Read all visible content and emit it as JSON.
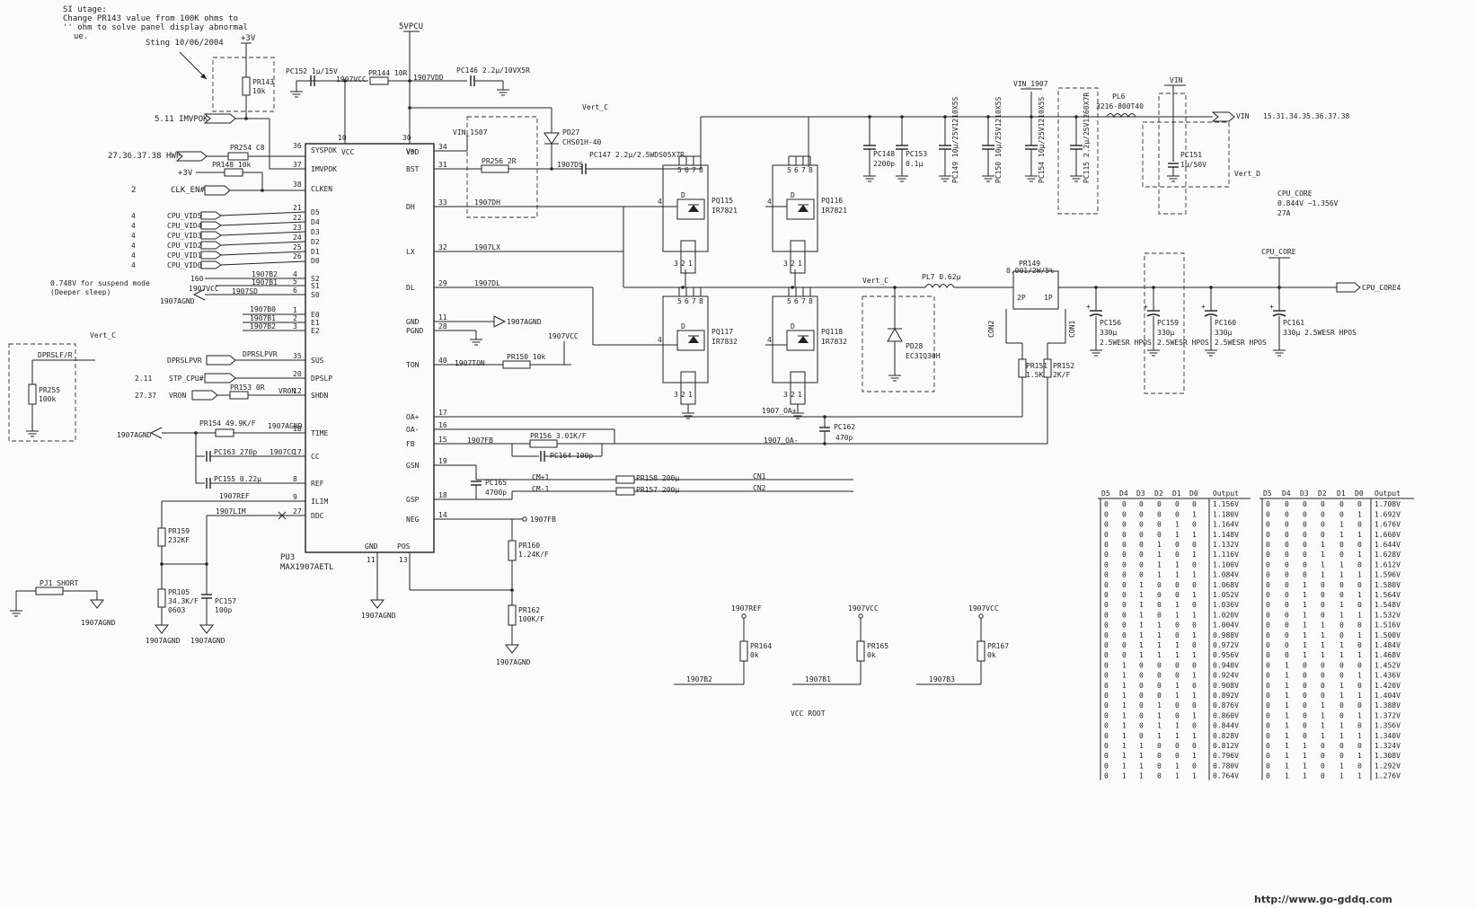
{
  "notes": {
    "line1": "SI utage:",
    "line2": "Change PR143 value from 100K ohms to",
    "line3": "'' ohm to solve panel display abnormal",
    "line4": "ue.",
    "signature": "Sting 10/06/2004"
  },
  "rails": {
    "p3v": "+3V",
    "p3v_b": "+3V",
    "vpcu": "5VPCU",
    "vin1907": "VIN_1907",
    "vin": "VIN",
    "vin_conn": "VIN",
    "vin_refs": "15.31.34.35.36.37.38",
    "vert_d": "Vert_D",
    "vert_c_top": "Vert_C",
    "vert_c_left": "Vert_C",
    "vert_c_mid": "Vert_C",
    "cpu_core": "CPU_CORE",
    "cpu_core_out": "CPU_CORE4"
  },
  "cpu_spec": {
    "l1": "CPU_CORE",
    "l2": "0.844V ~1.356V",
    "l3": "27A"
  },
  "ic": {
    "ref": "PU3",
    "part": "MAX1907AETL",
    "top_pins": [
      {
        "num": "10",
        "name": "VCC"
      },
      {
        "num": "30",
        "name": "VDD"
      }
    ],
    "left_pins": [
      {
        "num": "36",
        "name": "SYSPOK"
      },
      {
        "num": "37",
        "name": "IMVPOK"
      },
      {
        "num": "38",
        "name": "CLKEN"
      },
      {
        "num": "21",
        "name": "D5"
      },
      {
        "num": "22",
        "name": "D4"
      },
      {
        "num": "23",
        "name": "D3"
      },
      {
        "num": "24",
        "name": "D2"
      },
      {
        "num": "25",
        "name": "D1"
      },
      {
        "num": "26",
        "name": "D0"
      },
      {
        "num": "4",
        "name": "S2"
      },
      {
        "num": "5",
        "name": "S1"
      },
      {
        "num": "6",
        "name": "S0"
      },
      {
        "num": "1",
        "name": "E0"
      },
      {
        "num": "2",
        "name": "E1"
      },
      {
        "num": "3",
        "name": "E2"
      },
      {
        "num": "35",
        "name": "SUS"
      },
      {
        "num": "20",
        "name": "DPSLP"
      },
      {
        "num": "12",
        "name": "SHDN"
      },
      {
        "num": "18",
        "name": "TIME"
      },
      {
        "num": "17",
        "name": "CC"
      },
      {
        "num": "8",
        "name": "REF"
      },
      {
        "num": "9",
        "name": "ILIM"
      },
      {
        "num": "27",
        "name": "DDC"
      }
    ],
    "right_pins": [
      {
        "num": "34",
        "name": "V+"
      },
      {
        "num": "31",
        "name": "BST"
      },
      {
        "num": "33",
        "name": "DH"
      },
      {
        "num": "32",
        "name": "LX"
      },
      {
        "num": "29",
        "name": "DL"
      },
      {
        "num": "11",
        "name": "GND"
      },
      {
        "num": "28",
        "name": "PGND"
      },
      {
        "num": "40",
        "name": "TON"
      },
      {
        "num": "17",
        "name": "OA+"
      },
      {
        "num": "16",
        "name": "OA-"
      },
      {
        "num": "15",
        "name": "FB"
      },
      {
        "num": "19",
        "name": "GSN"
      },
      {
        "num": "18",
        "name": "GSP"
      },
      {
        "num": "14",
        "name": "NEG"
      }
    ],
    "bottom_pins": [
      {
        "num": "11",
        "name": "GND"
      },
      {
        "num": "13",
        "name": "POS"
      }
    ]
  },
  "left_nets": {
    "imvpok_ref": "5.11 IMVPOK",
    "hwpg_ref": "27.36.37.38 HWPG",
    "clk_ref": "2",
    "clk": "CLK_EN#",
    "vid": [
      "CPU_VID5",
      "CPU_VID4",
      "CPU_VID3",
      "CPU_VID2",
      "CPU_VID1",
      "CPU_VID0"
    ],
    "vid_ref": "4",
    "suspend": "0.748V for suspend mode",
    "suspend2": "(Deeper sleep)",
    "dprslpvr": "DPRSLPVR",
    "stp_ref": "2.11",
    "stp": "STP_CPU#",
    "vron_ref": "27.37",
    "vron": "VRON",
    "dprslfr": "DPRSLF/R",
    "n160": "160",
    "vcc1907": "1907VCC",
    "agnd": "1907AGND",
    "b2": "1907B2",
    "b1": "1907B1",
    "sd": "1907SD",
    "b0": "1907B0",
    "tref": "1907REF",
    "tlim": "1907LIM",
    "cc": "1907CC",
    "short": "PJ1_SHORT"
  },
  "parts": {
    "pr143": "PR143",
    "pr143v": "10k",
    "pc152": "PC152 1µ/15V",
    "pr144": "PR144 10R",
    "pc146": "PC146 2.2µ/10VX5R",
    "vcc_net": "1907VCC",
    "vdd_net": "1907VDD",
    "pr254": "PR254 C8",
    "pr148": "PR148 10k",
    "pr153": "PR153 0R",
    "pr154": "PR154 49.9K/F",
    "pc163": "PC163 270p",
    "pc155": "PC155 0.22µ",
    "pr159": "PR159",
    "pr159v": "232KF",
    "pr105": "PR105",
    "pr105v": "34.3K/F",
    "pr105p": "0603",
    "pc157": "PC157",
    "pc157v": "100p",
    "pr255": "PR255",
    "pr255v": "100k",
    "pd27": "PD27",
    "pd27v": "CHS01H-40",
    "pc147": "PC147 2.2µ/2.5WDS05X7R",
    "pr256": "PR256 2R",
    "vin_1s07": "VIN_1S07",
    "n1907ds": "1907DS",
    "n1907dh": "1907DH",
    "n1907lx": "1907LX",
    "n1907dl": "1907DL",
    "pr150": "PR150 10k",
    "n1907ton": "1907TON",
    "pq115": "PQ115",
    "pq116": "PQ116",
    "pq117": "PQ117",
    "pq118": "PQ118",
    "irf_h": "IR7821",
    "irf_l": "IR7832",
    "pc148": "PC148",
    "pc148v": "2200p",
    "pc153": "PC153",
    "pc153v": "0.1µ",
    "pc149": "PC149 10µ/25V1210X5S",
    "pc150": "PC150 10µ/25V1210X5S",
    "pc154": "PC154 10µ/25V1210X5S",
    "pc115": "PC115 2.2µ/25V1260X7R",
    "pl6": "PL6",
    "pl6v": "3216-800T40",
    "pc151": "PC151",
    "pc151v": "1µ/50V",
    "pl7": "PL7 0.62µ",
    "pd28": "PD28",
    "pd28v": "EC31Q30H",
    "pr149": "PR149",
    "pr149v": "0.001/2W/5%",
    "pr151": "PR151",
    "pr151v": "1.5K",
    "pr152": "PR152",
    "pr152v": "2K/F",
    "pc156": "PC156",
    "pc156v": "330µ",
    "pc156e": "2.5WESR HPOS",
    "pc159": "PC159",
    "pc159v": "330µ",
    "pc159e": "2.5WESR HPOS",
    "pc160": "PC160",
    "pc160v": "330µ",
    "pc160e": "2.5WESR HPOS",
    "pc161": "PC161",
    "pc161v": "330µ 2.5WESR HPOS",
    "oa_plus": "1907_OA+",
    "oa_minus": "1907_OA-",
    "pc162": "PC162",
    "pc162v": "470p",
    "pr156": "PR156 3.01K/F",
    "pc164": "PC164 100p",
    "n1907fb": "1907FB",
    "pc165": "PC165",
    "pc165v": "4700p",
    "pr158": "PR158 200µ",
    "pr157": "PR157 200µ",
    "cm_plus": "CM+1",
    "cm_minus": "CM-1",
    "cn1": "CN1",
    "cn2": "CN2",
    "fb_net": "1907FB",
    "pr160": "PR160",
    "pr160v": "1.24K/F",
    "pr162": "PR162",
    "pr162v": "100K/F",
    "con1": "CON1",
    "con2": "CON2",
    "p2": "2P",
    "p1": "1P"
  },
  "vcc_root": {
    "ref_net": "1907REF",
    "vcc_a": "1907VCC",
    "vcc_b": "1907VCC",
    "pr164": "PR164",
    "pr164v": "0k",
    "pr165": "PR165",
    "pr165v": "0k",
    "pr167": "PR167",
    "pr167v": "0k",
    "b2": "1907B2",
    "b1": "1907B1",
    "b3": "1907B3",
    "title": "VCC ROOT"
  },
  "vid_tables": [
    {
      "headers": [
        "D5",
        "D4",
        "D3",
        "D2",
        "D1",
        "D0",
        "Output"
      ],
      "rows": [
        [
          "0",
          "0",
          "0",
          "0",
          "0",
          "0",
          "1.156V"
        ],
        [
          "0",
          "0",
          "0",
          "0",
          "0",
          "1",
          "1.180V"
        ],
        [
          "0",
          "0",
          "0",
          "0",
          "1",
          "0",
          "1.164V"
        ],
        [
          "0",
          "0",
          "0",
          "0",
          "1",
          "1",
          "1.148V"
        ],
        [
          "0",
          "0",
          "0",
          "1",
          "0",
          "0",
          "1.132V"
        ],
        [
          "0",
          "0",
          "0",
          "1",
          "0",
          "1",
          "1.116V"
        ],
        [
          "0",
          "0",
          "0",
          "1",
          "1",
          "0",
          "1.100V"
        ],
        [
          "0",
          "0",
          "0",
          "1",
          "1",
          "1",
          "1.084V"
        ],
        [
          "0",
          "0",
          "1",
          "0",
          "0",
          "0",
          "1.068V"
        ],
        [
          "0",
          "0",
          "1",
          "0",
          "0",
          "1",
          "1.052V"
        ],
        [
          "0",
          "0",
          "1",
          "0",
          "1",
          "0",
          "1.036V"
        ],
        [
          "0",
          "0",
          "1",
          "0",
          "1",
          "1",
          "1.020V"
        ],
        [
          "0",
          "0",
          "1",
          "1",
          "0",
          "0",
          "1.004V"
        ],
        [
          "0",
          "0",
          "1",
          "1",
          "0",
          "1",
          "0.988V"
        ],
        [
          "0",
          "0",
          "1",
          "1",
          "1",
          "0",
          "0.972V"
        ],
        [
          "0",
          "0",
          "1",
          "1",
          "1",
          "1",
          "0.956V"
        ],
        [
          "0",
          "1",
          "0",
          "0",
          "0",
          "0",
          "0.940V"
        ],
        [
          "0",
          "1",
          "0",
          "0",
          "0",
          "1",
          "0.924V"
        ],
        [
          "0",
          "1",
          "0",
          "0",
          "1",
          "0",
          "0.908V"
        ],
        [
          "0",
          "1",
          "0",
          "0",
          "1",
          "1",
          "0.892V"
        ],
        [
          "0",
          "1",
          "0",
          "1",
          "0",
          "0",
          "0.876V"
        ],
        [
          "0",
          "1",
          "0",
          "1",
          "0",
          "1",
          "0.860V"
        ],
        [
          "0",
          "1",
          "0",
          "1",
          "1",
          "0",
          "0.844V"
        ],
        [
          "0",
          "1",
          "0",
          "1",
          "1",
          "1",
          "0.828V"
        ],
        [
          "0",
          "1",
          "1",
          "0",
          "0",
          "0",
          "0.812V"
        ],
        [
          "0",
          "1",
          "1",
          "0",
          "0",
          "1",
          "0.796V"
        ],
        [
          "0",
          "1",
          "1",
          "0",
          "1",
          "0",
          "0.780V"
        ],
        [
          "0",
          "1",
          "1",
          "0",
          "1",
          "1",
          "0.764V"
        ]
      ]
    },
    {
      "headers": [
        "D5",
        "D4",
        "D3",
        "D2",
        "D1",
        "D0",
        "Output"
      ],
      "rows": [
        [
          "0",
          "0",
          "0",
          "0",
          "0",
          "0",
          "1.708V"
        ],
        [
          "0",
          "0",
          "0",
          "0",
          "0",
          "1",
          "1.692V"
        ],
        [
          "0",
          "0",
          "0",
          "0",
          "1",
          "0",
          "1.676V"
        ],
        [
          "0",
          "0",
          "0",
          "0",
          "1",
          "1",
          "1.660V"
        ],
        [
          "0",
          "0",
          "0",
          "1",
          "0",
          "0",
          "1.644V"
        ],
        [
          "0",
          "0",
          "0",
          "1",
          "0",
          "1",
          "1.628V"
        ],
        [
          "0",
          "0",
          "0",
          "1",
          "1",
          "0",
          "1.612V"
        ],
        [
          "0",
          "0",
          "0",
          "1",
          "1",
          "1",
          "1.596V"
        ],
        [
          "0",
          "0",
          "1",
          "0",
          "0",
          "0",
          "1.580V"
        ],
        [
          "0",
          "0",
          "1",
          "0",
          "0",
          "1",
          "1.564V"
        ],
        [
          "0",
          "0",
          "1",
          "0",
          "1",
          "0",
          "1.548V"
        ],
        [
          "0",
          "0",
          "1",
          "0",
          "1",
          "1",
          "1.532V"
        ],
        [
          "0",
          "0",
          "1",
          "1",
          "0",
          "0",
          "1.516V"
        ],
        [
          "0",
          "0",
          "1",
          "1",
          "0",
          "1",
          "1.500V"
        ],
        [
          "0",
          "0",
          "1",
          "1",
          "1",
          "0",
          "1.484V"
        ],
        [
          "0",
          "0",
          "1",
          "1",
          "1",
          "1",
          "1.468V"
        ],
        [
          "0",
          "1",
          "0",
          "0",
          "0",
          "0",
          "1.452V"
        ],
        [
          "0",
          "1",
          "0",
          "0",
          "0",
          "1",
          "1.436V"
        ],
        [
          "0",
          "1",
          "0",
          "0",
          "1",
          "0",
          "1.420V"
        ],
        [
          "0",
          "1",
          "0",
          "0",
          "1",
          "1",
          "1.404V"
        ],
        [
          "0",
          "1",
          "0",
          "1",
          "0",
          "0",
          "1.388V"
        ],
        [
          "0",
          "1",
          "0",
          "1",
          "0",
          "1",
          "1.372V"
        ],
        [
          "0",
          "1",
          "0",
          "1",
          "1",
          "0",
          "1.356V"
        ],
        [
          "0",
          "1",
          "0",
          "1",
          "1",
          "1",
          "1.340V"
        ],
        [
          "0",
          "1",
          "1",
          "0",
          "0",
          "0",
          "1.324V"
        ],
        [
          "0",
          "1",
          "1",
          "0",
          "0",
          "1",
          "1.308V"
        ],
        [
          "0",
          "1",
          "1",
          "0",
          "1",
          "0",
          "1.292V"
        ],
        [
          "0",
          "1",
          "1",
          "0",
          "1",
          "1",
          "1.276V"
        ]
      ]
    }
  ],
  "footer": {
    "url": "http://www.go-gddq.com"
  }
}
